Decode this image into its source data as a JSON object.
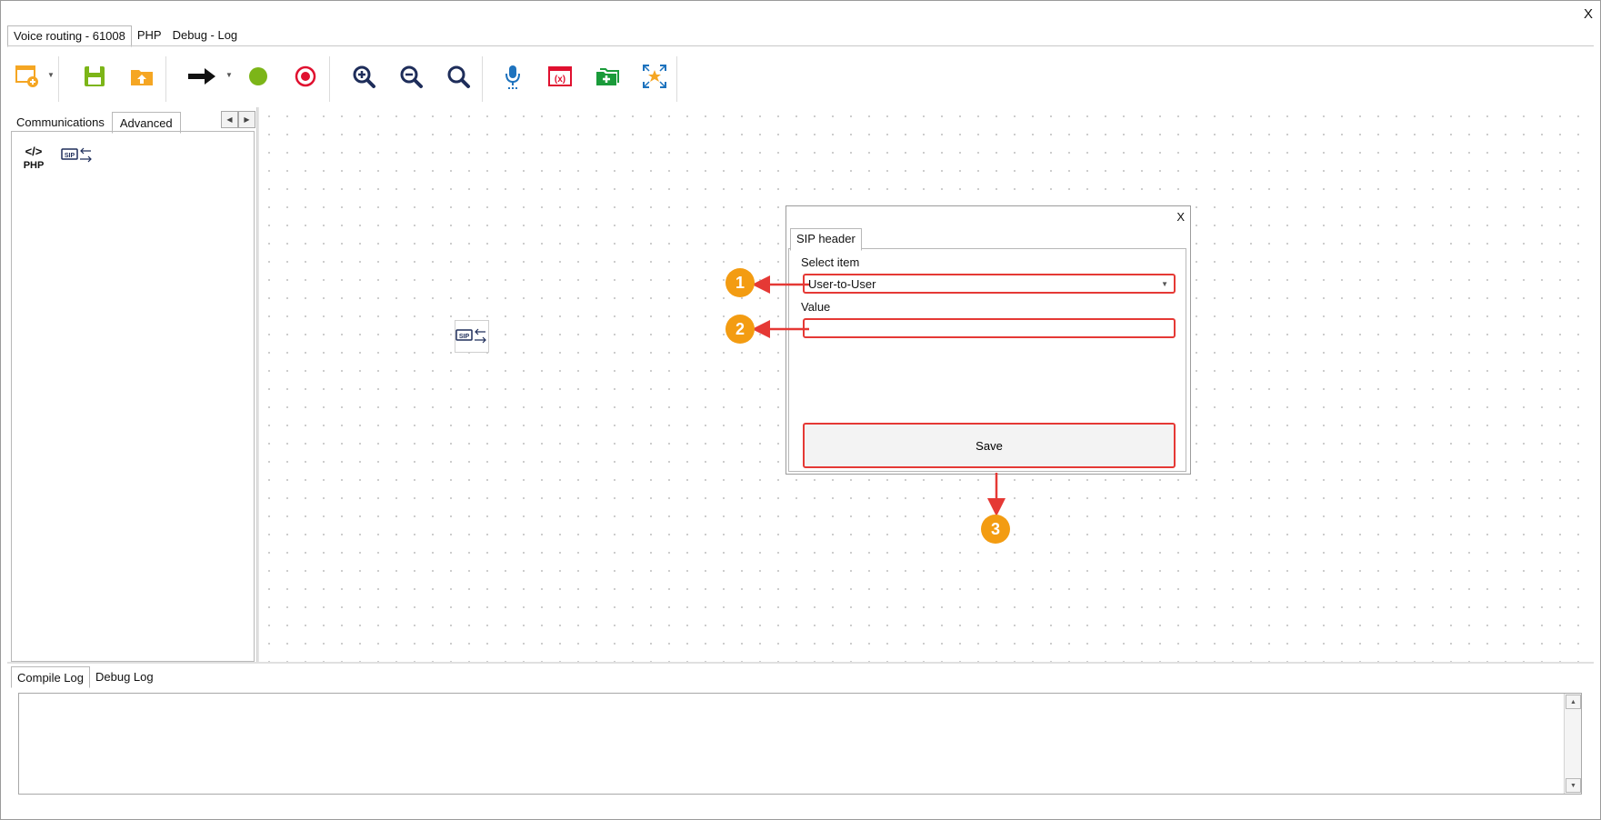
{
  "window": {
    "close_label": "X"
  },
  "top_tabs": [
    {
      "label": "Voice routing - 61008",
      "active": true
    },
    {
      "label": "PHP",
      "active": false
    },
    {
      "label": "Debug - Log",
      "active": false
    }
  ],
  "toolbar": {
    "items": [
      "new-workflow-icon",
      "save-icon",
      "upload-icon",
      "arrow-right-icon",
      "start-circle-icon",
      "end-target-icon",
      "zoom-in-icon",
      "zoom-out-icon",
      "zoom-reset-icon",
      "microphone-icon",
      "variable-icon",
      "add-folder-icon",
      "fit-selection-icon"
    ],
    "colors": {
      "orange": "#f5a623",
      "green": "#7cb518",
      "red": "#e0102f",
      "navy": "#1e2d5a",
      "blue": "#1e73be"
    }
  },
  "left_panel": {
    "tabs": [
      {
        "label": "Communications",
        "active": false
      },
      {
        "label": "Advanced",
        "active": true
      }
    ],
    "palette": [
      "php-icon",
      "sip-header-icon"
    ],
    "nav": {
      "prev": "◀",
      "next": "▶"
    }
  },
  "canvas": {
    "node_icon": "sip-header-icon"
  },
  "dialog": {
    "close_label": "X",
    "tab_label": "SIP header",
    "select_label": "Select item",
    "select_value": "User-to-User",
    "value_label": "Value",
    "value_text": "",
    "save_label": "Save"
  },
  "callouts": [
    "1",
    "2",
    "3"
  ],
  "callout_color": "#f39c12",
  "highlight_color": "#e53935",
  "bottom_tabs": [
    {
      "label": "Compile Log",
      "active": true
    },
    {
      "label": "Debug Log",
      "active": false
    }
  ],
  "log": {
    "text": ""
  }
}
